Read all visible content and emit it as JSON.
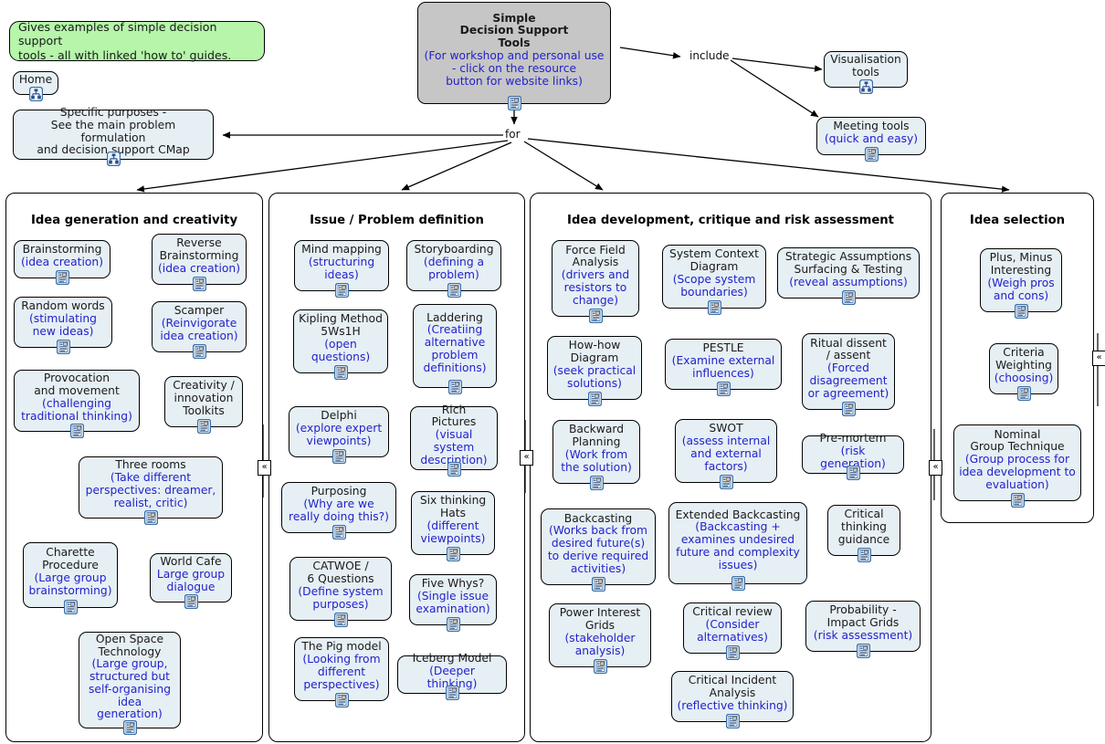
{
  "map": {
    "title": "Simple Decision Support Tools concept map",
    "node_fill": "#e6eff4",
    "root_fill": "#c6c6c6",
    "note_fill": "#b6f5aa",
    "link_text_color": "#2222cc"
  },
  "note": {
    "text": "Gives examples of simple decision support\ntools - all with linked 'how to' guides."
  },
  "home": {
    "label": "Home",
    "icon": "cmap-icon"
  },
  "specific_purposes": {
    "label": "Specific purposes -\nSee the main problem formulation\nand decision support CMap",
    "icon": "cmap-icon"
  },
  "root": {
    "title": "Simple\nDecision Support\nTools",
    "subtitle": "(For workshop and personal use\n- click on the resource\nbutton for website links)",
    "icon": "resource-icon"
  },
  "links": {
    "include": "include",
    "for": "for"
  },
  "include_nodes": [
    {
      "label": "Visualisation\ntools",
      "sub": "",
      "icon": "cmap-icon"
    },
    {
      "label": "Meeting tools",
      "sub": "(quick and easy)",
      "icon": "resource-icon"
    }
  ],
  "groups": [
    {
      "id": "idea-generation",
      "title": "Idea generation and creativity",
      "nodes": [
        {
          "label": "Brainstorming",
          "sub": "(idea creation)"
        },
        {
          "label": "Reverse\nBrainstorming",
          "sub": "(idea creation)"
        },
        {
          "label": "Random words",
          "sub": "(stimulating\nnew ideas)"
        },
        {
          "label": "Scamper",
          "sub": "(Reinvigorate\nidea creation)"
        },
        {
          "label": "Provocation\nand movement",
          "sub": "(challenging\ntraditional thinking)"
        },
        {
          "label": "Creativity /\ninnovation\nToolkits",
          "sub": ""
        },
        {
          "label": "Three rooms",
          "sub": "(Take different\nperspectives: dreamer,\nrealist, critic)"
        },
        {
          "label": "Charette\nProcedure",
          "sub": "(Large group\nbrainstorming)"
        },
        {
          "label": "World Cafe",
          "sub": "Large group\ndialogue"
        },
        {
          "label": "Open Space\nTechnology",
          "sub": "(Large group,\nstructured but\nself-organising\nidea generation)"
        }
      ]
    },
    {
      "id": "issue-problem-definition",
      "title": "Issue / Problem definition",
      "nodes": [
        {
          "label": "Mind mapping",
          "sub": "(structuring\nideas)"
        },
        {
          "label": "Storyboarding",
          "sub": "(defining a\nproblem)"
        },
        {
          "label": "Kipling Method\n5Ws1H",
          "sub": "(open\nquestions)"
        },
        {
          "label": "Laddering",
          "sub": "(Creatiing\nalternative\nproblem\ndefinitions)"
        },
        {
          "label": "Delphi",
          "sub": "(explore expert\nviewpoints)"
        },
        {
          "label": "Rich\nPictures",
          "sub": "(visual system\ndescription)"
        },
        {
          "label": "Purposing",
          "sub": "(Why are we\nreally doing this?)"
        },
        {
          "label": "Six thinking\nHats",
          "sub": "(different\nviewpoints)"
        },
        {
          "label": "CATWOE /\n6 Questions",
          "sub": "(Define system\npurposes)"
        },
        {
          "label": "Five Whys?",
          "sub": "(Single issue\nexamination)"
        },
        {
          "label": "The Pig model",
          "sub": "(Looking from\ndifferent\nperspectives)"
        },
        {
          "label": "Iceberg Model",
          "sub": "(Deeper thinking)"
        }
      ]
    },
    {
      "id": "idea-development",
      "title": "Idea development, critique\nand risk assessment",
      "nodes": [
        {
          "label": "Force Field\nAnalysis",
          "sub": "(drivers and\nresistors to\nchange)"
        },
        {
          "label": "System Context\nDiagram",
          "sub": "(Scope system\nboundaries)"
        },
        {
          "label": "Strategic Assumptions\nSurfacing & Testing",
          "sub": "(reveal assumptions)"
        },
        {
          "label": "How-how\nDiagram",
          "sub": "(seek practical\nsolutions)"
        },
        {
          "label": "PESTLE",
          "sub": "(Examine external\ninfluences)"
        },
        {
          "label": "Ritual dissent\n/ assent",
          "sub": "(Forced\ndisagreement\nor agreement)"
        },
        {
          "label": "Backward\nPlanning",
          "sub": "(Work from\nthe solution)"
        },
        {
          "label": "SWOT",
          "sub": "(assess internal\nand external\nfactors)"
        },
        {
          "label": "Pre-mortem",
          "sub": "(risk generation)"
        },
        {
          "label": "Backcasting",
          "sub": "(Works back from\ndesired future(s)\nto derive required\nactivities)"
        },
        {
          "label": "Extended Backcasting",
          "sub": "(Backcasting +\nexamines undesired\nfuture and complexity\nissues)"
        },
        {
          "label": "Critical\nthinking\nguidance",
          "sub": ""
        },
        {
          "label": "Power Interest\nGrids",
          "sub": "(stakeholder\nanalysis)"
        },
        {
          "label": "Critical review",
          "sub": "(Consider\nalternatives)"
        },
        {
          "label": "Probability -\nImpact Grids",
          "sub": "(risk assessment)"
        },
        {
          "label": "Critical Incident\nAnalysis",
          "sub": "(reflective thinking)"
        }
      ]
    },
    {
      "id": "idea-selection",
      "title": "Idea selection",
      "nodes": [
        {
          "label": "Plus, Minus\nInteresting",
          "sub": "(Weigh pros\nand cons)"
        },
        {
          "label": "Criteria\nWeighting",
          "sub": "(choosing)"
        },
        {
          "label": "Nominal\nGroup Technique",
          "sub": "(Group process for\nidea development to\nevaluation)"
        }
      ]
    }
  ],
  "scroll_markers": {
    "glyph": "«",
    "count": 4
  }
}
